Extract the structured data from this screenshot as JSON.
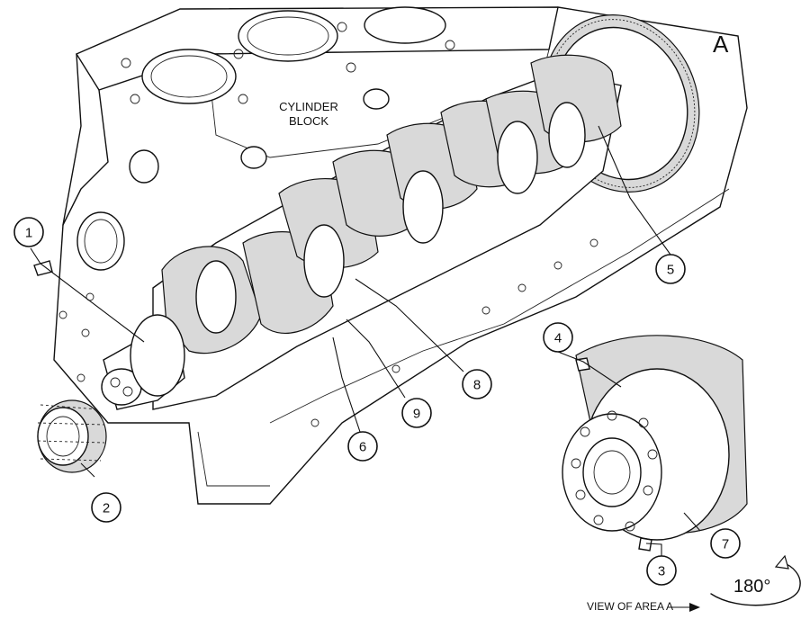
{
  "labels": {
    "cylinder_block_line1": "CYLINDER",
    "cylinder_block_line2": "BLOCK",
    "area_letter": "A",
    "view_of_area": "VIEW OF AREA A",
    "rotation": "180°"
  },
  "callouts": {
    "c1": "1",
    "c2": "2",
    "c3": "3",
    "c4": "4",
    "c5": "5",
    "c6": "6",
    "c7": "7",
    "c8": "8",
    "c9": "9"
  }
}
